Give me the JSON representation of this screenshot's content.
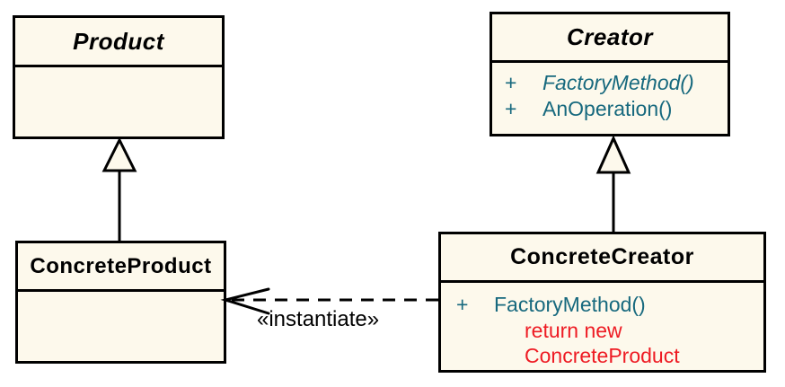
{
  "classes": {
    "product": {
      "name": "Product",
      "abstract": true
    },
    "creator": {
      "name": "Creator",
      "abstract": true,
      "methods": [
        {
          "visibility": "+",
          "label": "FactoryMethod()",
          "italic": true
        },
        {
          "visibility": "+",
          "label": "AnOperation()",
          "italic": false
        }
      ]
    },
    "concrete_product": {
      "name": "ConcreteProduct"
    },
    "concrete_creator": {
      "name": "ConcreteCreator",
      "methods": [
        {
          "visibility": "+",
          "label": "FactoryMethod()",
          "italic": false
        }
      ],
      "note_lines": [
        "return new",
        "ConcreteProduct"
      ]
    }
  },
  "relationships": {
    "generalizations": [
      {
        "from": "ConcreteProduct",
        "to": "Product"
      },
      {
        "from": "ConcreteCreator",
        "to": "Creator"
      }
    ],
    "dependency": {
      "from": "ConcreteCreator",
      "to": "ConcreteProduct",
      "stereotype": "«instantiate»"
    }
  },
  "labels": {
    "instantiate": "«instantiate»"
  },
  "colors": {
    "box_fill": "#FDF9EC",
    "border": "#000000",
    "title_text": "#000000",
    "method_text": "#17697E",
    "note_text": "#EE1B23",
    "background": "#FFFFFF"
  }
}
